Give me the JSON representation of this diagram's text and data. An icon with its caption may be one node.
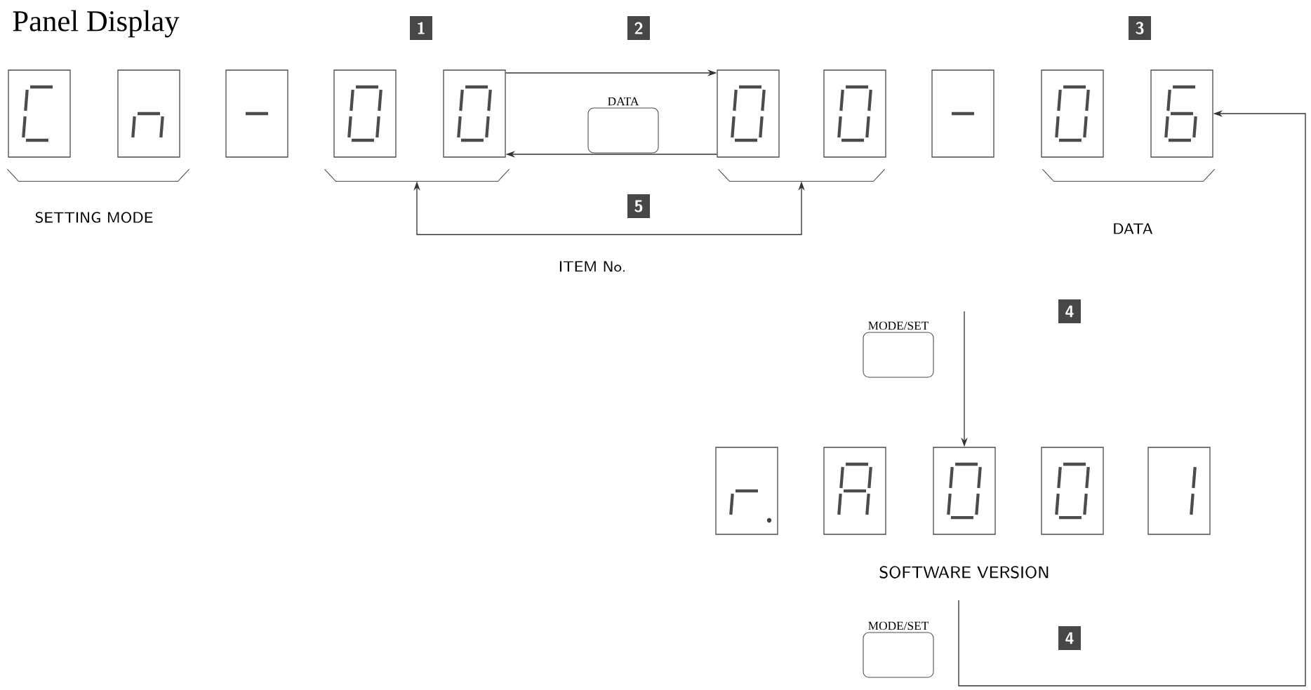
{
  "diagram": {
    "title": "Panel Display",
    "nodes": [
      {
        "text": [],
        "shape": "box"
      },
      {
        "text": [],
        "shape": "box"
      },
      {
        "text": [],
        "shape": "box"
      },
      {
        "text": [],
        "shape": "box"
      },
      {
        "text": [],
        "shape": "box"
      },
      {
        "text": [
          "DATA"
        ]
      },
      {
        "text": [],
        "shape": "box"
      },
      {
        "text": [],
        "shape": "box"
      },
      {
        "text": [],
        "shape": "box"
      },
      {
        "text": [],
        "shape": "box"
      },
      {
        "text": [],
        "shape": "box"
      },
      {
        "text": [],
        "shape": "bracket",
        "beside": [
          "SETTING MODE"
        ]
      },
      {
        "text": [],
        "shape": "bracket"
      },
      {
        "text": [],
        "shape": "bracket"
      },
      {
        "text": [],
        "shape": "bracket",
        "beside": [
          "DATA"
        ]
      },
      {
        "text": [
          "MODE/SET"
        ]
      },
      {
        "text": [],
        "shape": "box"
      },
      {
        "text": [],
        "shape": "box"
      },
      {
        "text": [],
        "shape": "box"
      },
      {
        "text": [],
        "shape": "box"
      },
      {
        "text": [],
        "shape": "box"
      },
      {
        "text": [
          "MODE/SET"
        ]
      }
    ],
    "edges": [
      {
        "from": 4,
        "to": 6,
        "arrow": "to",
        "label": "2"
      },
      {
        "from": 6,
        "to": 4,
        "arrow": "to",
        "label": "5"
      },
      {
        "from": 12,
        "to": 13,
        "arrow": "both",
        "label": "ITEM No."
      },
      {
        "from": null,
        "to": 18,
        "arrow": "to"
      },
      {
        "from": null,
        "to": 10,
        "arrow": "to"
      }
    ],
    "labels": [
      "1",
      "3",
      "4",
      "SOFTWARE VERSION",
      "4"
    ]
  }
}
